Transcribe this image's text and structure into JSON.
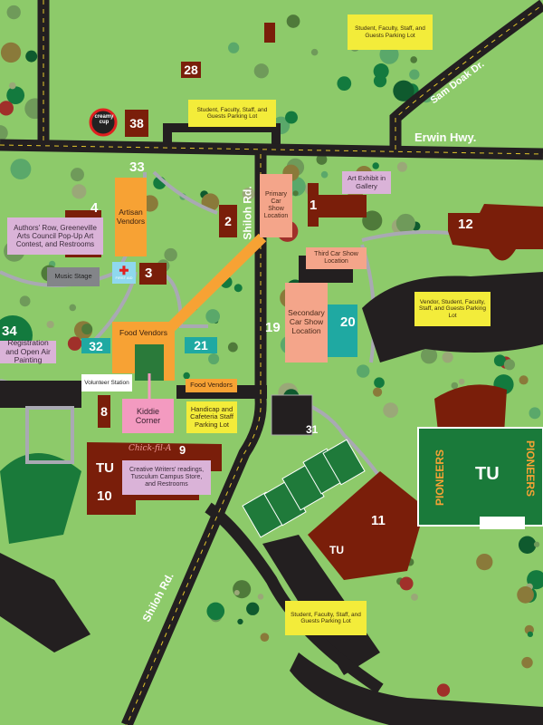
{
  "roads": {
    "erwin": "Erwin Hwy.",
    "sam_doak": "Sam Doak Dr.",
    "shiloh_upper": "Shiloh Rd.",
    "shiloh_lower": "Shiloh Rd."
  },
  "buildings": {
    "b1": "1",
    "b2": "2",
    "b3": "3",
    "b4": "4",
    "b8": "8",
    "b9": "9",
    "b10": "10",
    "b11": "11",
    "b12": "12",
    "b19": "19",
    "b20": "20",
    "b21": "21",
    "b28": "28",
    "b31": "31",
    "b32": "32",
    "b33": "33",
    "b34": "34",
    "b38": "38"
  },
  "labels": {
    "parking_top_right": "Student, Faculty, Staff, and Guests Parking Lot",
    "parking_top_mid": "Student, Faculty, Staff, and Guests Parking Lot",
    "parking_vendor": "Vendor, Student, Faculty, Staff, and Guests Parking Lot",
    "parking_bottom": "Student, Faculty, Staff, and Guests Parking Lot",
    "parking_handicap": "Handicap and Cafeteria Staff Parking Lot",
    "authors_row": "Authors' Row, Greeneville Arts Council Pop-Up Art Contest, and Restrooms",
    "artisan": "Artisan Vendors",
    "music_stage": "Music Stage",
    "first_aid": "FIRST AID",
    "primary_car": "Primary Car Show Location",
    "art_exhibit": "Art Exhibit in Gallery",
    "third_car": "Third Car Show Location",
    "secondary_car": "Secondary Car Show Location",
    "registration": "Registration and Open Air Painting",
    "food_vendors_main": "Food Vendors",
    "food_vendors_small": "Food Vendors",
    "volunteer": "Volunteer Station",
    "kiddie": "Kiddie Corner",
    "creative": "Creative Writers' readings, Tusculum Campus Store, and Restrooms"
  },
  "logos": {
    "creamy_cup": "creamy cup",
    "chick_fil_a": "Chick-fil-A",
    "tu": "TU",
    "pioneers": "PIONEERS"
  },
  "colors": {
    "grass": "#8dca6a",
    "road": "#231f20",
    "building": "#7a1e0a",
    "parking_label": "#f3ec3a",
    "vendor": "#f7a234",
    "car_show": "#f4a58a",
    "teal": "#1fa9a2"
  }
}
